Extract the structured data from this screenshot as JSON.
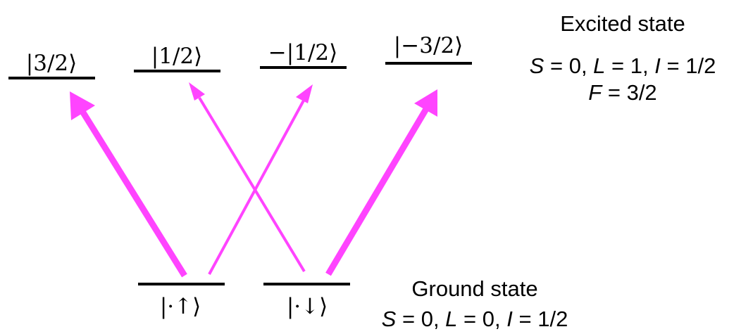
{
  "colors": {
    "arrow": "#ff44ff",
    "level": "#000000"
  },
  "excited": {
    "levels": [
      {
        "label": "|3/2⟩"
      },
      {
        "label": "|1/2⟩"
      },
      {
        "label": "−|1/2⟩"
      },
      {
        "label": "|−3/2⟩"
      }
    ],
    "title": "Excited state",
    "quantum_numbers": {
      "S": "0",
      "L": "1",
      "I": "1/2"
    },
    "F_label": "F",
    "F_value": "3/2"
  },
  "ground": {
    "levels": [
      {
        "label": "|·↑⟩"
      },
      {
        "label": "|·↓⟩"
      }
    ],
    "title": "Ground state",
    "quantum_numbers": {
      "S": "0",
      "L": "0",
      "I": "1/2"
    }
  },
  "transitions": [
    {
      "from": "|·↑⟩",
      "to": "|3/2⟩",
      "strength": "strong"
    },
    {
      "from": "|·↑⟩",
      "to": "−|1/2⟩",
      "strength": "weak"
    },
    {
      "from": "|·↓⟩",
      "to": "|1/2⟩",
      "strength": "weak"
    },
    {
      "from": "|·↓⟩",
      "to": "|−3/2⟩",
      "strength": "strong"
    }
  ]
}
